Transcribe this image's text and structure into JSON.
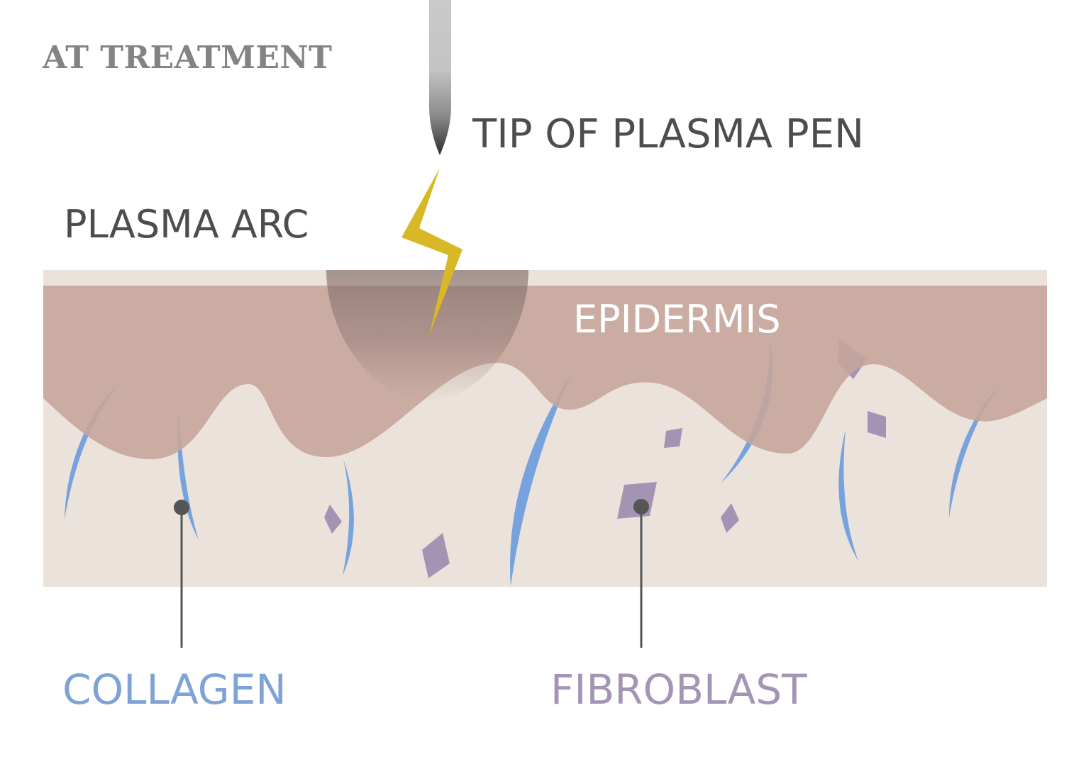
{
  "title": "AT TREATMENT",
  "labels": {
    "pen_tip": "TIP OF PLASMA PEN",
    "plasma_arc": "PLASMA ARC",
    "epidermis": "EPIDERMIS",
    "collagen": "COLLAGEN",
    "fibroblast": "FIBROBLAST"
  },
  "colors": {
    "title": "#838383",
    "label_dark": "#4d4d4d",
    "epidermis_text": "#ffffff",
    "collagen_text": "#7ea3d4",
    "fibroblast_text": "#a595b5",
    "dermis": "#ebe3db",
    "epidermis": "#c7a59b",
    "collagen_fiber": "#76a3dd",
    "fibroblast_cell": "#a593b3",
    "lightning": "#d9b825",
    "pointer": "#555555"
  },
  "icons": {
    "pen": "plasma-pen-needle-icon",
    "arc": "lightning-bolt-icon"
  }
}
